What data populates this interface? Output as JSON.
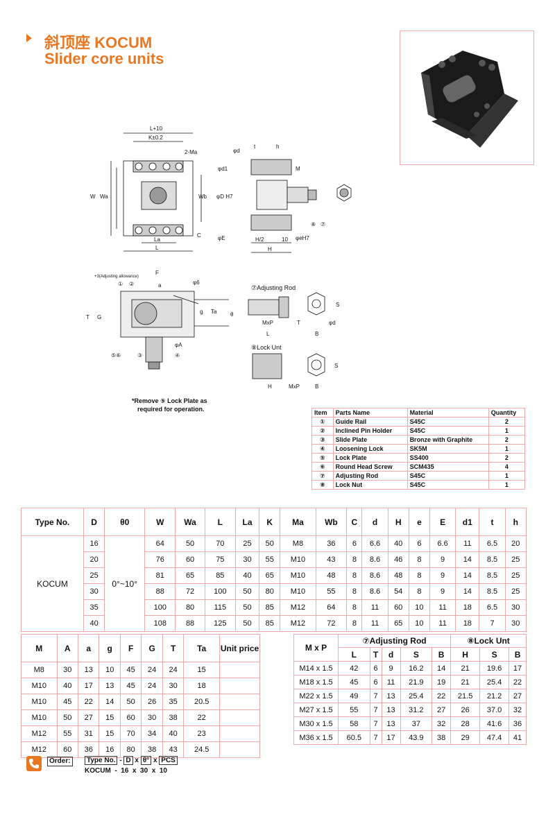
{
  "title": {
    "cn": "斜顶座 KOCUM",
    "en": "Slider core units"
  },
  "drawing": {
    "dims_top": [
      "L+10",
      "K±0.2",
      "2-Ma",
      "W",
      "Wa",
      "Wb",
      "La",
      "L",
      "C"
    ],
    "dims_side": [
      "φd",
      "t",
      "h",
      "φd1",
      "M",
      "φD H7",
      "φE",
      "H/2",
      "10",
      "φeH7",
      "H",
      "⑧",
      "⑦"
    ],
    "dims_section": [
      "+3(Adjusting allowance)",
      "F",
      "a",
      "φ6",
      "①",
      "②",
      "③",
      "④",
      "⑤⑥",
      "T",
      "G",
      "g",
      "Ta",
      "θ",
      "φA"
    ],
    "adjusting_rod": {
      "title": "⑦Adjusting Rod",
      "dims": [
        "MxP",
        "L",
        "T",
        "S",
        "φd",
        "B"
      ]
    },
    "lock_unit": {
      "title": "⑧Lock Unt",
      "dims": [
        "H",
        "MxP",
        "B",
        "S"
      ]
    },
    "note": [
      "*Remove ⑤ Lock Plate as",
      "required for operation."
    ]
  },
  "parts_table": {
    "headers": [
      "Item",
      "Parts Name",
      "Material",
      "Quantity"
    ],
    "rows": [
      [
        "①",
        "Guide Rail",
        "S45C",
        "2"
      ],
      [
        "②",
        "Inclined Pin Holder",
        "S45C",
        "1"
      ],
      [
        "③",
        "Slide Plate",
        "Bronze with Graphite",
        "2"
      ],
      [
        "④",
        "Loosening Lock",
        "SK5M",
        "1"
      ],
      [
        "⑤",
        "Lock Plate",
        "SS400",
        "2"
      ],
      [
        "⑥",
        "Round Head Screw",
        "SCM435",
        "4"
      ],
      [
        "⑦",
        "Adjusting Rod",
        "S45C",
        "1"
      ],
      [
        "⑧",
        "Lock Nut",
        "S45C",
        "1"
      ]
    ]
  },
  "main_table": {
    "headers": [
      "Type No.",
      "D",
      "θ0",
      "W",
      "Wa",
      "L",
      "La",
      "K",
      "Ma",
      "Wb",
      "C",
      "d",
      "H",
      "e",
      "E",
      "d1",
      "t",
      "h"
    ],
    "type_no": "KOCUM",
    "theta": "0°~10°",
    "rows": [
      [
        "16",
        "64",
        "50",
        "70",
        "25",
        "50",
        "M8",
        "36",
        "6",
        "6.6",
        "40",
        "6",
        "6.6",
        "11",
        "6.5",
        "20"
      ],
      [
        "20",
        "76",
        "60",
        "75",
        "30",
        "55",
        "M10",
        "43",
        "8",
        "8.6",
        "46",
        "8",
        "9",
        "14",
        "8.5",
        "25"
      ],
      [
        "25",
        "81",
        "65",
        "85",
        "40",
        "65",
        "M10",
        "48",
        "8",
        "8.6",
        "48",
        "8",
        "9",
        "14",
        "8.5",
        "25"
      ],
      [
        "30",
        "88",
        "72",
        "100",
        "50",
        "80",
        "M10",
        "55",
        "8",
        "8.6",
        "54",
        "8",
        "9",
        "14",
        "8.5",
        "25"
      ],
      [
        "35",
        "100",
        "80",
        "115",
        "50",
        "85",
        "M12",
        "64",
        "8",
        "11",
        "60",
        "10",
        "11",
        "18",
        "6.5",
        "30"
      ],
      [
        "40",
        "108",
        "88",
        "125",
        "50",
        "85",
        "M12",
        "72",
        "8",
        "11",
        "65",
        "10",
        "11",
        "18",
        "7",
        "30"
      ]
    ]
  },
  "lower_table": {
    "headers": [
      "M",
      "A",
      "a",
      "g",
      "F",
      "G",
      "T",
      "Ta",
      "Unit price"
    ],
    "rows": [
      [
        "M8",
        "30",
        "13",
        "10",
        "45",
        "24",
        "24",
        "15",
        ""
      ],
      [
        "M10",
        "40",
        "17",
        "13",
        "45",
        "24",
        "30",
        "18",
        ""
      ],
      [
        "M10",
        "45",
        "22",
        "14",
        "50",
        "26",
        "35",
        "20.5",
        ""
      ],
      [
        "M10",
        "50",
        "27",
        "15",
        "60",
        "30",
        "38",
        "22",
        ""
      ],
      [
        "M12",
        "55",
        "31",
        "15",
        "70",
        "34",
        "40",
        "23",
        ""
      ],
      [
        "M12",
        "60",
        "36",
        "16",
        "80",
        "38",
        "43",
        "24.5",
        ""
      ]
    ]
  },
  "rod_table": {
    "mxp": "M x P",
    "group1": "⑦Adjusting Rod",
    "group2": "⑧Lock Unt",
    "sub1": [
      "L",
      "T",
      "d",
      "S",
      "B"
    ],
    "sub2": [
      "H",
      "S",
      "B"
    ],
    "rows": [
      [
        "M14 x 1.5",
        "42",
        "6",
        "9",
        "16.2",
        "14",
        "21",
        "19.6",
        "17"
      ],
      [
        "M18 x 1.5",
        "45",
        "6",
        "11",
        "21.9",
        "19",
        "21",
        "25.4",
        "22"
      ],
      [
        "M22 x 1.5",
        "49",
        "7",
        "13",
        "25.4",
        "22",
        "21.5",
        "21.2",
        "27"
      ],
      [
        "M27 x 1.5",
        "55",
        "7",
        "13",
        "31.2",
        "27",
        "26",
        "37.0",
        "32"
      ],
      [
        "M30 x 1.5",
        "58",
        "7",
        "13",
        "37",
        "32",
        "28",
        "41.6",
        "36"
      ],
      [
        "M36 x 1.5",
        "60.5",
        "7",
        "17",
        "43.9",
        "38",
        "29",
        "47.4",
        "41"
      ]
    ]
  },
  "order": {
    "label": "Order:",
    "fields": [
      "Type No.",
      "D",
      "θ°",
      "PCS"
    ],
    "seps": [
      "-",
      "x",
      "x"
    ],
    "example": "KOCUM  -  16  x  30  x  10"
  },
  "colors": {
    "accent": "#e87722",
    "grid": "#f2a8a8"
  }
}
